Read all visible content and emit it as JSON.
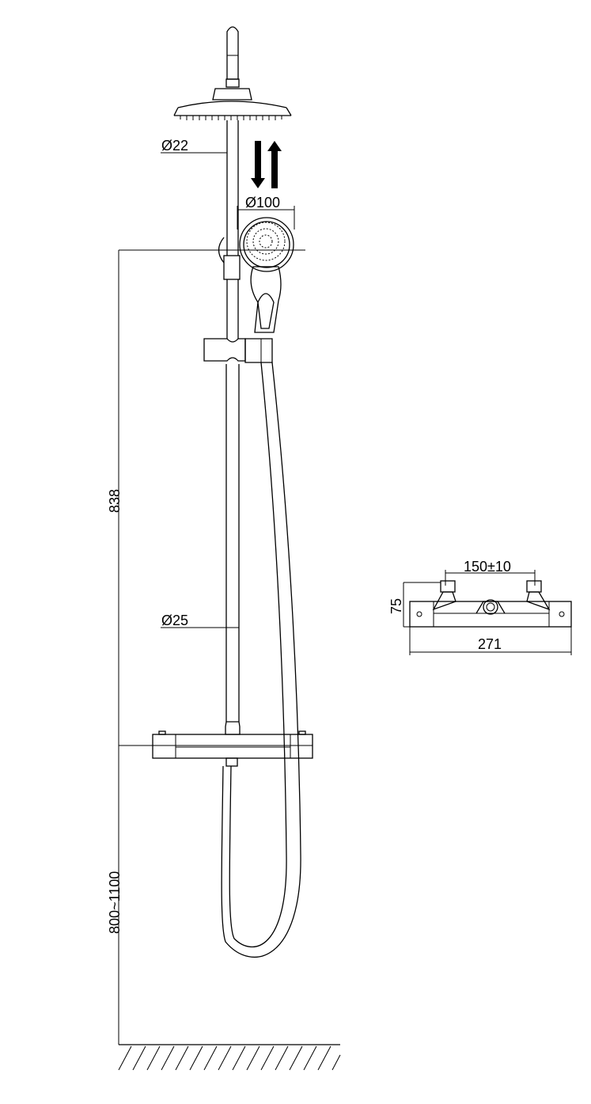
{
  "dimensions": {
    "rail_diameter": "Ø22",
    "hand_shower_diameter": "Ø100",
    "pipe_diameter": "Ø25",
    "height_pipe": "838",
    "mount_height": "800~1100",
    "inlet_spacing": "150±10",
    "valve_height": "75",
    "valve_width": "271"
  },
  "icons": {
    "adjust_arrows": "up-down-arrows-icon",
    "floor": "floor-hatch-icon"
  }
}
